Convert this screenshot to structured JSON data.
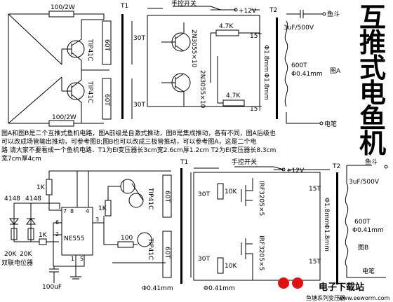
{
  "title_chars": [
    "互",
    "推",
    "式",
    "电",
    "鱼",
    "机"
  ],
  "description": [
    "图A和图B是二个互推式鱼机电路，图A前级是自激式推动，图B是集成推动，各有不同，图A后级也",
    "可以改成场管输出推动，可参考图B;图B也可以改成三极管推动，可以参考图A，这是二个电",
    "路 请大家不要看成一个鱼机电路．T1为EI变压器长3cm宽2.6cm厚1.2cm T2为EI变压器长8.3cm",
    "宽7cm厚4cm"
  ],
  "circuit_a": {
    "r_top": "100/2W",
    "r_bot": "100/2W",
    "t1": "T1",
    "switch": "手控开关",
    "vcc": "+12V",
    "q1": "TIP41C",
    "q2": "TIP41C",
    "w60_top": "60T",
    "w60_bot": "60T",
    "w30_top": "30T",
    "w30_bot": "30T",
    "q3": "2N3055×10",
    "q4": "2N3055×10",
    "r1": "4.7K",
    "r2": "4.7K",
    "t2": "T2",
    "cap": "3uF/500V",
    "fish": "鱼斗",
    "w15_top": "15T",
    "w15_bot": "15T",
    "wire18_a": "Φ1.8mm",
    "wire18_b": "Φ1.8mm",
    "w600": "600T",
    "wire041": "Φ0.41mm",
    "label": "图A",
    "pen": "电笔"
  },
  "circuit_b": {
    "t1": "T1",
    "switch": "手控开关",
    "vcc": "+12V",
    "t2": "T2",
    "fish": "鱼斗",
    "cap": "3uF/500V",
    "d1": "4148",
    "d2": "4148",
    "r1k_a": "1K",
    "r1k_b": "1K",
    "r1k_c": "1K",
    "pin7": "7",
    "pin8": "8",
    "pin4": "4",
    "pin6": "6",
    "pin2": "2",
    "pin3": "3",
    "pin1": "1",
    "pin5": "5",
    "ic": "NE555",
    "r100": "100",
    "q_a": "TIP41C",
    "q_b": "TIP41C",
    "w60_top": "60T",
    "w60_bot": "60T",
    "wire041_left": "Φ0.41mm",
    "w30_top": "30T",
    "w30_bot": "30T",
    "r10k_a": "10K",
    "r10k_b": "10K",
    "wire041_mid": "Φ0.41mm",
    "fet_a": "IRF3205×5",
    "fet_b": "IRF3205×5",
    "w15_top": "15T",
    "w15_bot": "15T",
    "wire18_a": "Φ1.8mm",
    "wire18_b": "Φ1.8mm",
    "w600": "600T",
    "wire041": "Φ0.41mm",
    "label": "图B",
    "pen": "电笔",
    "pot_a": "20K",
    "pot_b": "20K",
    "pot_name": "双联电位器",
    "c100": "100uF"
  },
  "watermark": {
    "brand": "电子下载站",
    "url": "www.eeworm.com",
    "overlay": "鱼塘系列变压器"
  }
}
